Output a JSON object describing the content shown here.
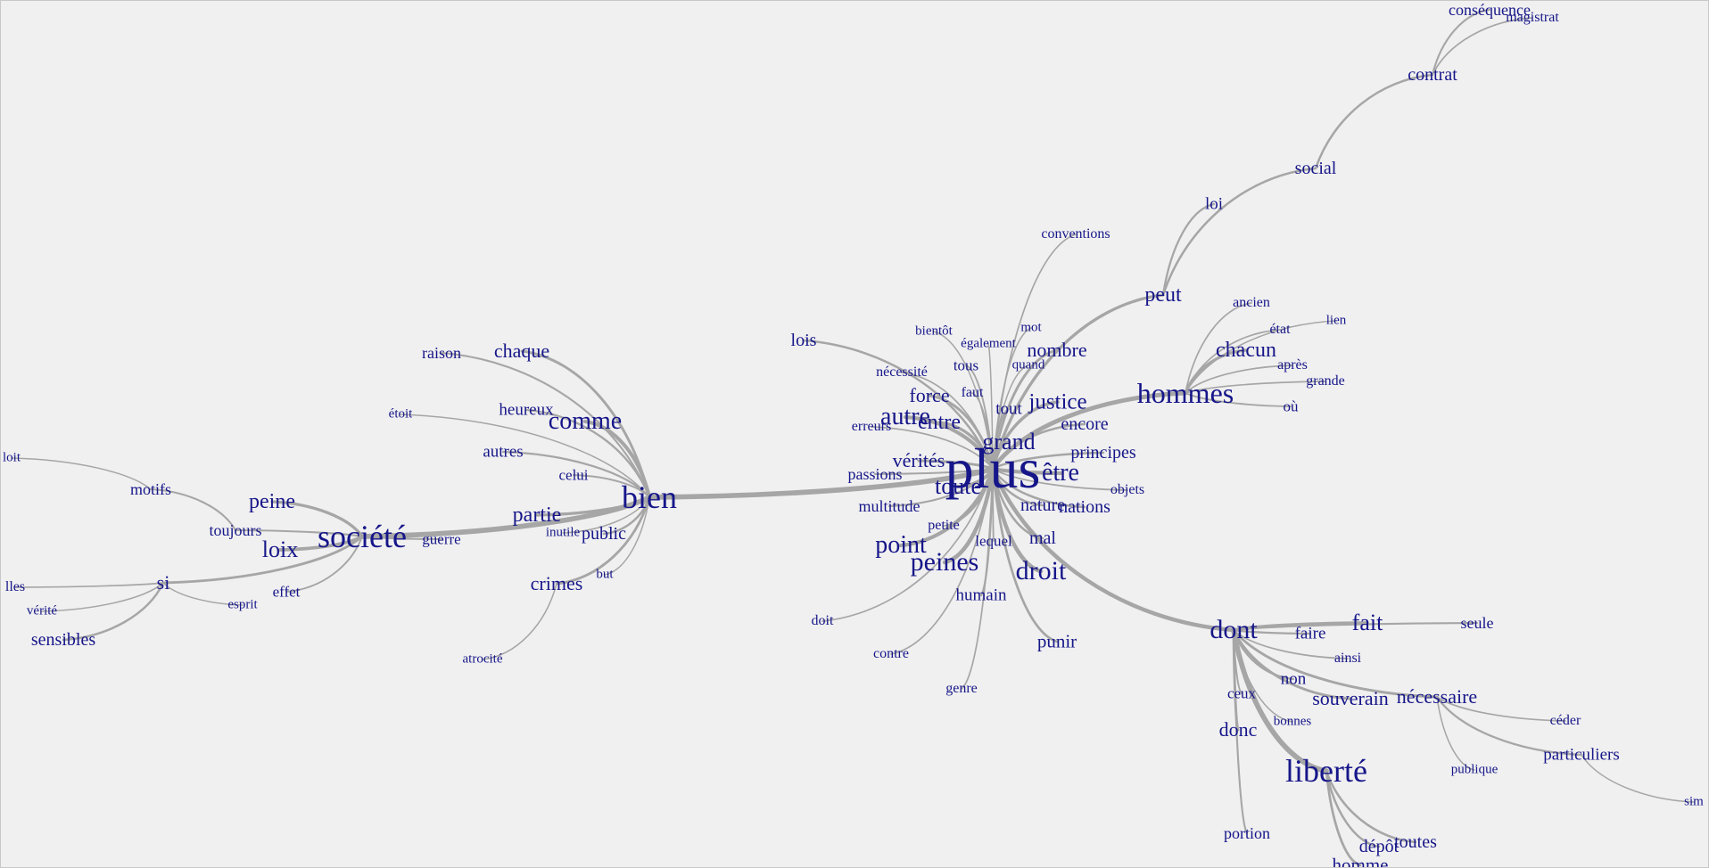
{
  "graph": {
    "center": "plus",
    "colors": {
      "text": "#16168a",
      "edge": "#a6a6a6",
      "background": "#f0f0f0"
    },
    "words": [
      {
        "id": "plus",
        "text": "plus",
        "size": 64
      },
      {
        "id": "bien",
        "text": "bien",
        "size": 36
      },
      {
        "id": "societe",
        "text": "société",
        "size": 36
      },
      {
        "id": "hommes",
        "text": "hommes",
        "size": 32
      },
      {
        "id": "dont",
        "text": "dont",
        "size": 30
      },
      {
        "id": "liberte",
        "text": "liberté",
        "size": 36
      },
      {
        "id": "droit",
        "text": "droit",
        "size": 30
      },
      {
        "id": "peines",
        "text": "peines",
        "size": 30
      },
      {
        "id": "point",
        "text": "point",
        "size": 28
      },
      {
        "id": "toute",
        "text": "toute",
        "size": 26
      },
      {
        "id": "etre",
        "text": "être",
        "size": 28
      },
      {
        "id": "grand",
        "text": "grand",
        "size": 26
      },
      {
        "id": "justice",
        "text": "justice",
        "size": 25
      },
      {
        "id": "autre",
        "text": "autre",
        "size": 28
      },
      {
        "id": "entre",
        "text": "entre",
        "size": 24
      },
      {
        "id": "force",
        "text": "force",
        "size": 22
      },
      {
        "id": "verites",
        "text": "vérités",
        "size": 22
      },
      {
        "id": "nombre",
        "text": "nombre",
        "size": 22
      },
      {
        "id": "principes",
        "text": "principes",
        "size": 20
      },
      {
        "id": "encore",
        "text": "encore",
        "size": 20
      },
      {
        "id": "nature",
        "text": "nature",
        "size": 20
      },
      {
        "id": "nations",
        "text": "nations",
        "size": 20
      },
      {
        "id": "mal",
        "text": "mal",
        "size": 20
      },
      {
        "id": "lequel",
        "text": "lequel",
        "size": 17
      },
      {
        "id": "humain",
        "text": "humain",
        "size": 19
      },
      {
        "id": "punir",
        "text": "punir",
        "size": 21
      },
      {
        "id": "petite",
        "text": "petite",
        "size": 16
      },
      {
        "id": "multitude",
        "text": "multitude",
        "size": 18
      },
      {
        "id": "passions",
        "text": "passions",
        "size": 18
      },
      {
        "id": "erreurs",
        "text": "erreurs",
        "size": 16
      },
      {
        "id": "necessite",
        "text": "nécessité",
        "size": 16
      },
      {
        "id": "lois",
        "text": "lois",
        "size": 20
      },
      {
        "id": "bientot",
        "text": "bientôt",
        "size": 15
      },
      {
        "id": "tous",
        "text": "tous",
        "size": 17
      },
      {
        "id": "faut",
        "text": "faut",
        "size": 16
      },
      {
        "id": "tout",
        "text": "tout",
        "size": 19
      },
      {
        "id": "egalement",
        "text": "également",
        "size": 15
      },
      {
        "id": "quand",
        "text": "quand",
        "size": 15
      },
      {
        "id": "mot",
        "text": "mot",
        "size": 15
      },
      {
        "id": "conventions",
        "text": "conventions",
        "size": 16
      },
      {
        "id": "objets",
        "text": "objets",
        "size": 16
      },
      {
        "id": "doit",
        "text": "doit",
        "size": 16
      },
      {
        "id": "contre",
        "text": "contre",
        "size": 16
      },
      {
        "id": "genre",
        "text": "genre",
        "size": 16
      },
      {
        "id": "peut",
        "text": "peut",
        "size": 24
      },
      {
        "id": "loi",
        "text": "loi",
        "size": 19
      },
      {
        "id": "social",
        "text": "social",
        "size": 20
      },
      {
        "id": "contrat",
        "text": "contrat",
        "size": 20
      },
      {
        "id": "consequence",
        "text": "conséquence",
        "size": 18
      },
      {
        "id": "magistrat",
        "text": "magistrat",
        "size": 16
      },
      {
        "id": "chacun",
        "text": "chacun",
        "size": 24
      },
      {
        "id": "ancien",
        "text": "ancien",
        "size": 16
      },
      {
        "id": "etat",
        "text": "état",
        "size": 16
      },
      {
        "id": "lien",
        "text": "lien",
        "size": 15
      },
      {
        "id": "apres",
        "text": "après",
        "size": 16
      },
      {
        "id": "grande",
        "text": "grande",
        "size": 16
      },
      {
        "id": "ou",
        "text": "où",
        "size": 17
      },
      {
        "id": "fait",
        "text": "fait",
        "size": 26
      },
      {
        "id": "faire",
        "text": "faire",
        "size": 19
      },
      {
        "id": "seule",
        "text": "seule",
        "size": 18
      },
      {
        "id": "ainsi",
        "text": "ainsi",
        "size": 16
      },
      {
        "id": "non",
        "text": "non",
        "size": 19
      },
      {
        "id": "ceux",
        "text": "ceux",
        "size": 17
      },
      {
        "id": "bonnes",
        "text": "bonnes",
        "size": 15
      },
      {
        "id": "souverain",
        "text": "souverain",
        "size": 22
      },
      {
        "id": "necessaire",
        "text": "nécessaire",
        "size": 22
      },
      {
        "id": "donc",
        "text": "donc",
        "size": 22
      },
      {
        "id": "ceder",
        "text": "céder",
        "size": 16
      },
      {
        "id": "particuliers",
        "text": "particuliers",
        "size": 19
      },
      {
        "id": "publique",
        "text": "publique",
        "size": 15
      },
      {
        "id": "sim",
        "text": "sim",
        "size": 15
      },
      {
        "id": "portion",
        "text": "portion",
        "size": 18
      },
      {
        "id": "depot",
        "text": "dépôt",
        "size": 20
      },
      {
        "id": "toutes",
        "text": "toutes",
        "size": 20
      },
      {
        "id": "homme",
        "text": "homme",
        "size": 21
      },
      {
        "id": "comme",
        "text": "comme",
        "size": 28
      },
      {
        "id": "chaque",
        "text": "chaque",
        "size": 22
      },
      {
        "id": "raison",
        "text": "raison",
        "size": 18
      },
      {
        "id": "heureux",
        "text": "heureux",
        "size": 19
      },
      {
        "id": "etoit",
        "text": "étoit",
        "size": 15
      },
      {
        "id": "autres",
        "text": "autres",
        "size": 19
      },
      {
        "id": "celui",
        "text": "celui",
        "size": 17
      },
      {
        "id": "partie",
        "text": "partie",
        "size": 24
      },
      {
        "id": "inutile",
        "text": "inutile",
        "size": 15
      },
      {
        "id": "public",
        "text": "public",
        "size": 20
      },
      {
        "id": "crimes",
        "text": "crimes",
        "size": 22
      },
      {
        "id": "but",
        "text": "but",
        "size": 15
      },
      {
        "id": "atrocite",
        "text": "atrocité",
        "size": 15
      },
      {
        "id": "guerre",
        "text": "guerre",
        "size": 17
      },
      {
        "id": "peine",
        "text": "peine",
        "size": 24
      },
      {
        "id": "loix",
        "text": "loix",
        "size": 26
      },
      {
        "id": "toujours",
        "text": "toujours",
        "size": 18
      },
      {
        "id": "motifs",
        "text": "motifs",
        "size": 18
      },
      {
        "id": "doit2",
        "text": "loit",
        "size": 15
      },
      {
        "id": "si",
        "text": "si",
        "size": 22
      },
      {
        "id": "effet",
        "text": "effet",
        "size": 17
      },
      {
        "id": "esprit",
        "text": "esprit",
        "size": 15
      },
      {
        "id": "lles",
        "text": "lles",
        "size": 16
      },
      {
        "id": "verite",
        "text": "vérité",
        "size": 15
      },
      {
        "id": "sensibles",
        "text": "sensibles",
        "size": 20
      }
    ],
    "edges": [
      [
        "plus",
        "bien"
      ],
      [
        "plus",
        "hommes"
      ],
      [
        "plus",
        "dont"
      ],
      [
        "plus",
        "droit"
      ],
      [
        "plus",
        "peines"
      ],
      [
        "plus",
        "point"
      ],
      [
        "plus",
        "toute"
      ],
      [
        "plus",
        "etre"
      ],
      [
        "plus",
        "grand"
      ],
      [
        "plus",
        "justice"
      ],
      [
        "plus",
        "autre"
      ],
      [
        "plus",
        "entre"
      ],
      [
        "plus",
        "force"
      ],
      [
        "plus",
        "verites"
      ],
      [
        "plus",
        "nombre"
      ],
      [
        "plus",
        "principes"
      ],
      [
        "plus",
        "encore"
      ],
      [
        "plus",
        "nature"
      ],
      [
        "plus",
        "nations"
      ],
      [
        "plus",
        "mal"
      ],
      [
        "plus",
        "lequel"
      ],
      [
        "plus",
        "humain"
      ],
      [
        "plus",
        "punir"
      ],
      [
        "plus",
        "petite"
      ],
      [
        "plus",
        "multitude"
      ],
      [
        "plus",
        "passions"
      ],
      [
        "plus",
        "erreurs"
      ],
      [
        "plus",
        "necessite"
      ],
      [
        "plus",
        "lois"
      ],
      [
        "plus",
        "bientot"
      ],
      [
        "plus",
        "tous"
      ],
      [
        "plus",
        "faut"
      ],
      [
        "plus",
        "tout"
      ],
      [
        "plus",
        "egalement"
      ],
      [
        "plus",
        "quand"
      ],
      [
        "plus",
        "mot"
      ],
      [
        "plus",
        "conventions"
      ],
      [
        "plus",
        "objets"
      ],
      [
        "plus",
        "doit"
      ],
      [
        "plus",
        "contre"
      ],
      [
        "plus",
        "genre"
      ],
      [
        "plus",
        "peut"
      ],
      [
        "peut",
        "loi"
      ],
      [
        "peut",
        "social"
      ],
      [
        "social",
        "contrat"
      ],
      [
        "contrat",
        "consequence"
      ],
      [
        "contrat",
        "magistrat"
      ],
      [
        "hommes",
        "chacun"
      ],
      [
        "hommes",
        "ancien"
      ],
      [
        "hommes",
        "etat"
      ],
      [
        "hommes",
        "lien"
      ],
      [
        "hommes",
        "apres"
      ],
      [
        "hommes",
        "grande"
      ],
      [
        "hommes",
        "ou"
      ],
      [
        "dont",
        "fait"
      ],
      [
        "dont",
        "faire"
      ],
      [
        "dont",
        "seule"
      ],
      [
        "dont",
        "ainsi"
      ],
      [
        "dont",
        "non"
      ],
      [
        "dont",
        "ceux"
      ],
      [
        "dont",
        "bonnes"
      ],
      [
        "dont",
        "souverain"
      ],
      [
        "dont",
        "necessaire"
      ],
      [
        "dont",
        "donc"
      ],
      [
        "dont",
        "liberte"
      ],
      [
        "dont",
        "portion"
      ],
      [
        "necessaire",
        "ceder"
      ],
      [
        "necessaire",
        "particuliers"
      ],
      [
        "necessaire",
        "publique"
      ],
      [
        "particuliers",
        "sim"
      ],
      [
        "liberte",
        "depot"
      ],
      [
        "liberte",
        "toutes"
      ],
      [
        "liberte",
        "homme"
      ],
      [
        "bien",
        "comme"
      ],
      [
        "bien",
        "chaque"
      ],
      [
        "bien",
        "raison"
      ],
      [
        "bien",
        "heureux"
      ],
      [
        "bien",
        "etoit"
      ],
      [
        "bien",
        "autres"
      ],
      [
        "bien",
        "celui"
      ],
      [
        "bien",
        "partie"
      ],
      [
        "bien",
        "inutile"
      ],
      [
        "bien",
        "public"
      ],
      [
        "bien",
        "crimes"
      ],
      [
        "bien",
        "but"
      ],
      [
        "bien",
        "societe"
      ],
      [
        "crimes",
        "atrocite"
      ],
      [
        "societe",
        "guerre"
      ],
      [
        "societe",
        "peine"
      ],
      [
        "societe",
        "loix"
      ],
      [
        "societe",
        "toujours"
      ],
      [
        "societe",
        "si"
      ],
      [
        "societe",
        "effet"
      ],
      [
        "toujours",
        "motifs"
      ],
      [
        "motifs",
        "doit2"
      ],
      [
        "si",
        "esprit"
      ],
      [
        "si",
        "lles"
      ],
      [
        "si",
        "verite"
      ],
      [
        "si",
        "sensibles"
      ]
    ]
  }
}
